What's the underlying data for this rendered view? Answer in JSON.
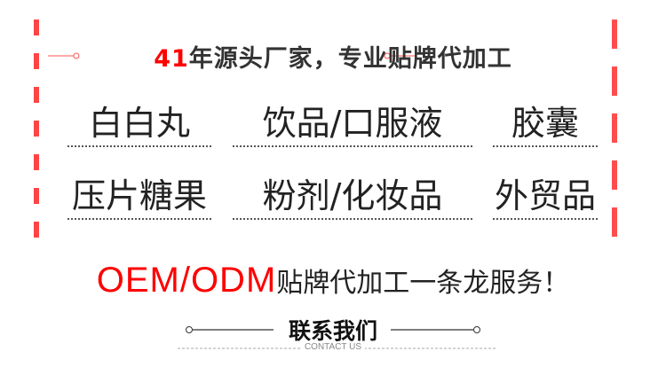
{
  "colors": {
    "frame_start": "#ff3b3b",
    "frame_mid": "#ffb0b0",
    "accent": "#ff0000",
    "text": "#222222"
  },
  "headline": {
    "number": "41",
    "text": "年源头厂家，专业贴牌代加工"
  },
  "categories": [
    [
      "白白丸",
      "饮品/口服液",
      "胶囊"
    ],
    [
      "压片糖果",
      "粉剂/化妆品",
      "外贸品"
    ]
  ],
  "service": {
    "highlight": "OEM/ODM",
    "text": "贴牌代加工一条龙服务！"
  },
  "contact": {
    "title": "联系我们",
    "subtitle": "CONTACT US"
  }
}
